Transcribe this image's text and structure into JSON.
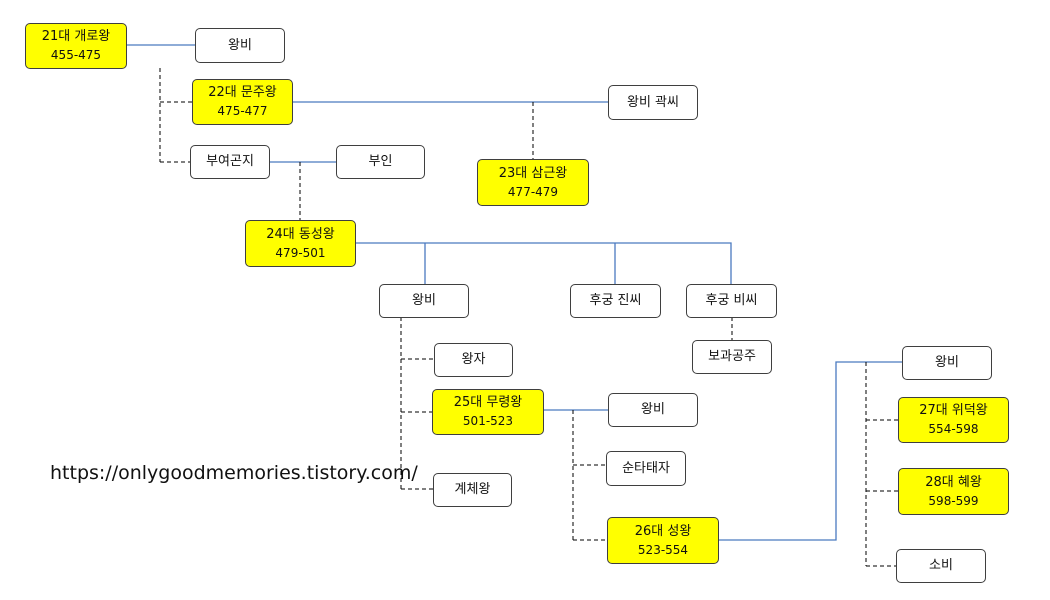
{
  "diagram": {
    "kings": {
      "k21": {
        "name": "21대 개로왕",
        "years": "455-475"
      },
      "k22": {
        "name": "22대 문주왕",
        "years": "475-477"
      },
      "k23": {
        "name": "23대 삼근왕",
        "years": "477-479"
      },
      "k24": {
        "name": "24대 동성왕",
        "years": "479-501"
      },
      "k25": {
        "name": "25대 무령왕",
        "years": "501-523"
      },
      "k26": {
        "name": "26대 성왕",
        "years": "523-554"
      },
      "k27": {
        "name": "27대 위덕왕",
        "years": "554-598"
      },
      "k28": {
        "name": "28대 혜왕",
        "years": "598-599"
      }
    },
    "people": {
      "p21_queen": "왕비",
      "p22_queen": "왕비 곽씨",
      "p_buyeo": "부여곤지",
      "p_buin": "부인",
      "p24_queen": "왕비",
      "p24_jin": "후궁 진씨",
      "p24_bi": "후궁 비씨",
      "p_bogwa": "보과공주",
      "p_wangja": "왕자",
      "p_gyeche": "계체왕",
      "p25_queen": "왕비",
      "p_sunta": "순타태자",
      "p26_queen": "왕비",
      "p_sobi": "소비"
    },
    "colors": {
      "king_fill": "#ffff00",
      "marriage_line": "#4a7abf",
      "descent_line": "#000000"
    }
  },
  "footer": {
    "url": "https://onlygoodmemories.tistory.com/"
  }
}
